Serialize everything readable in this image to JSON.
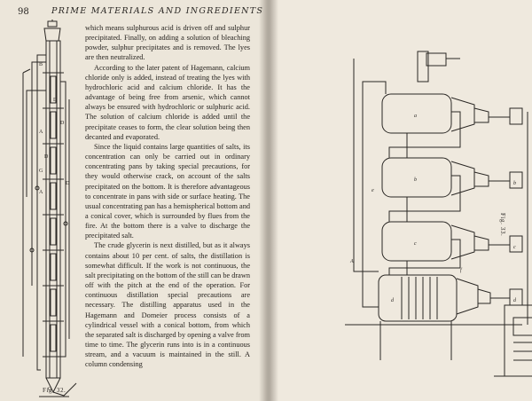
{
  "left_page": {
    "page_number": "98",
    "running_head": "PRIME MATERIALS AND INGREDIENTS",
    "figure_caption": "Fig. 32.",
    "paragraphs": [
      "which means sulphurous acid is driven off and sulphur precipitated. Finally, on adding a solution of bleaching powder, sulphur precipitates and is removed. The lyes are then neutralized.",
      "According to the later patent of Hagemann, calcium chloride only is added, instead of treating the lyes with hydrochloric acid and calcium chloride. It has the advantage of being free from arsenic, which cannot always be ensured with hydrochloric or sulphuric acid. The solution of calcium chloride is added until the precipitate ceases to form, the clear solution being then decanted and evaporated.",
      "Since the liquid contains large quantities of salts, its concentration can only be carried out in ordinary concentrating pans by taking special precautions, for they would otherwise crack, on account of the salts precipitated on the bottom. It is therefore advantageous to concentrate in pans with side or surface heating. The usual concentrating pan has a hemispherical bottom and a conical cover, which is surrounded by flues from the fire. At the bottom there is a valve to discharge the precipitated salt.",
      "The crude glycerin is next distilled, but as it always contains about 10 per cent. of salts, the distillation is somewhat difficult. If the work is not continuous, the salt precipitating on the bottom of the still can be drawn off with the pitch at the end of the operation. For continuous distillation special precautions are necessary. The distilling apparatus used in the Hagemann and Domeier process consists of a cylindrical vessel with a conical bottom, from which the separated salt is discharged by opening a valve from time to time. The glycerin runs into is in a continuous stream, and a vacuum is maintained in the still. A column condensing"
    ],
    "figure_letters": [
      "B",
      "D",
      "D",
      "A",
      "D",
      "G",
      "D",
      "A",
      "C"
    ]
  },
  "right_page": {
    "figure_caption": "Fig. 33.",
    "figure_letters": [
      "a",
      "b",
      "c",
      "d",
      "e",
      "f",
      "b",
      "c",
      "d",
      "A"
    ]
  },
  "colors": {
    "paper_left": "#ece6da",
    "paper_right": "#efe9de",
    "ink": "#26231f",
    "background": "#3a3631"
  }
}
